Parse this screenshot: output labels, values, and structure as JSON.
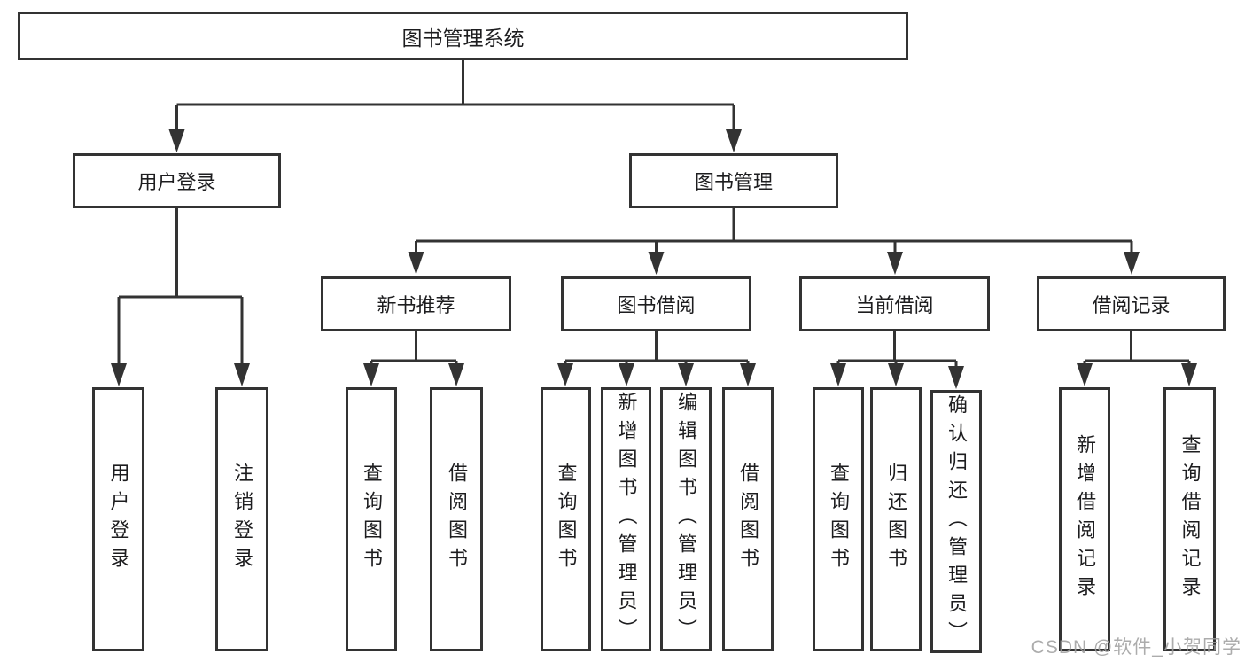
{
  "diagram": {
    "type": "tree",
    "title": "图书管理系统",
    "tree": {
      "label": "图书管理系统",
      "children": [
        {
          "label": "用户登录",
          "children": [
            {
              "label": "用户登录"
            },
            {
              "label": "注销登录"
            }
          ]
        },
        {
          "label": "图书管理",
          "children": [
            {
              "label": "新书推荐",
              "children": [
                {
                  "label": "查询图书"
                },
                {
                  "label": "借阅图书"
                }
              ]
            },
            {
              "label": "图书借阅",
              "children": [
                {
                  "label": "查询图书"
                },
                {
                  "label": "新增图书（管理员）"
                },
                {
                  "label": "编辑图书（管理员）"
                },
                {
                  "label": "借阅图书"
                }
              ]
            },
            {
              "label": "当前借阅",
              "children": [
                {
                  "label": "查询图书"
                },
                {
                  "label": "归还图书"
                },
                {
                  "label": "确认归还（管理员）"
                }
              ]
            },
            {
              "label": "借阅记录",
              "children": [
                {
                  "label": "新增借阅记录"
                },
                {
                  "label": "查询借阅记录"
                }
              ]
            }
          ]
        }
      ]
    },
    "colors": {
      "line": "#333333",
      "text": "#1d1d1f",
      "background": "#ffffff",
      "watermark": "#9e9e9e"
    }
  },
  "watermark": {
    "text": "CSDN @软件_小贺同学"
  }
}
